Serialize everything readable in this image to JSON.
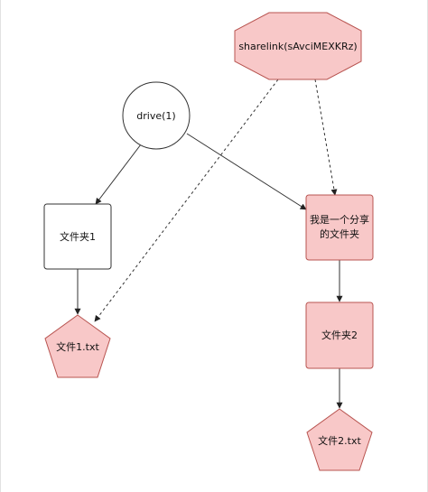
{
  "diagram": {
    "nodes": {
      "sharelink": {
        "label": "sharelink(sAvciMEXKRz)",
        "shape": "octagon",
        "fill": "#f8c8c8",
        "stroke": "#b85450"
      },
      "drive": {
        "label": "drive(1)",
        "shape": "circle",
        "fill": "#ffffff",
        "stroke": "#333333"
      },
      "folder1": {
        "label": "文件夹1",
        "shape": "rounded-rect",
        "fill": "#ffffff",
        "stroke": "#333333"
      },
      "shared_folder": {
        "label_line1": "我是一个分享",
        "label_line2": "的文件夹",
        "shape": "rounded-rect",
        "fill": "#f8c8c8",
        "stroke": "#b85450"
      },
      "folder2": {
        "label": "文件夹2",
        "shape": "rounded-rect",
        "fill": "#f8c8c8",
        "stroke": "#b85450"
      },
      "file1": {
        "label": "文件1.txt",
        "shape": "pentagon",
        "fill": "#f8c8c8",
        "stroke": "#b85450"
      },
      "file2": {
        "label": "文件2.txt",
        "shape": "pentagon",
        "fill": "#f8c8c8",
        "stroke": "#b85450"
      }
    },
    "edges": [
      {
        "from": "drive",
        "to": "folder1",
        "style": "solid"
      },
      {
        "from": "drive",
        "to": "shared_folder",
        "style": "solid"
      },
      {
        "from": "folder1",
        "to": "file1",
        "style": "solid"
      },
      {
        "from": "shared_folder",
        "to": "folder2",
        "style": "solid"
      },
      {
        "from": "folder2",
        "to": "file2",
        "style": "solid"
      },
      {
        "from": "sharelink",
        "to": "file1",
        "style": "dashed"
      },
      {
        "from": "sharelink",
        "to": "shared_folder",
        "style": "dashed"
      }
    ]
  }
}
